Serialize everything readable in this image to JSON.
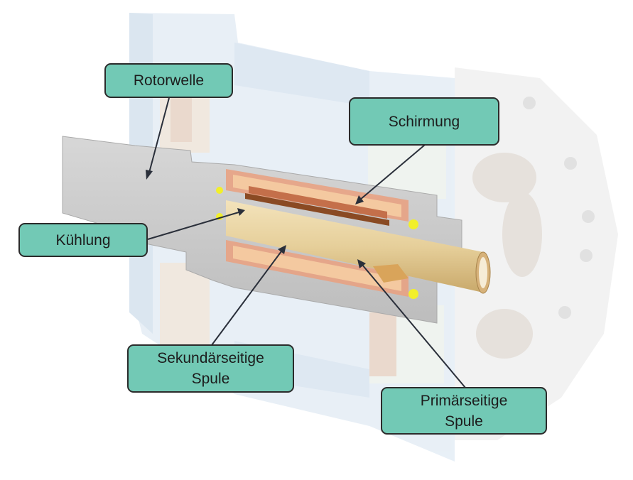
{
  "labels": {
    "rotorwelle": "Rotorwelle",
    "schirmung": "Schirmung",
    "kuehlung": "Kühlung",
    "sekundaer": "Sekundärseitige\nSpule",
    "primaer": "Primärseitige\nSpule"
  },
  "colors": {
    "label_fill": "#72c9b5",
    "label_border": "#2b2b2b",
    "shaft": "#c9c9c9",
    "housing": "#e4ecf3",
    "coil_copper": "#d88a5c",
    "cooling_tube": "#e6cf9a",
    "bearing_ball": "#f2ef2a"
  }
}
